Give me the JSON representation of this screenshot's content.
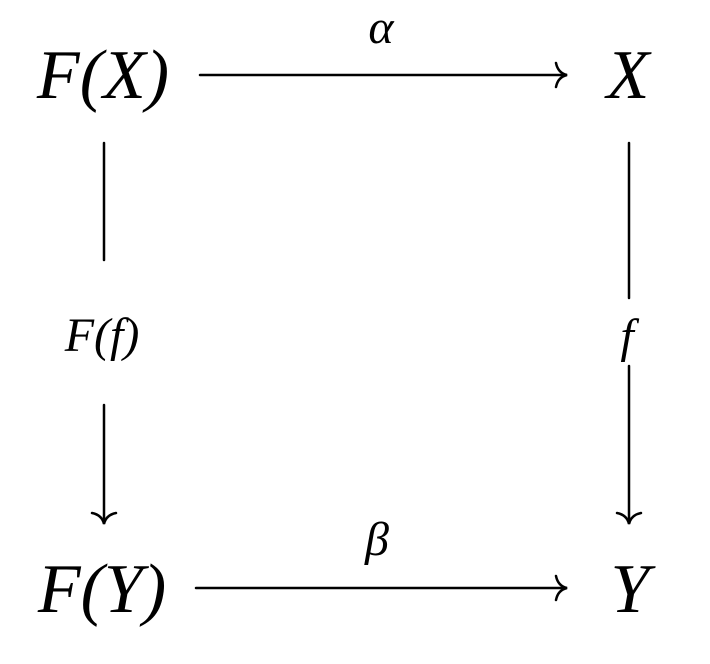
{
  "nodes": {
    "top_left": "F(X)",
    "top_right": "X",
    "bottom_left": "F(Y)",
    "bottom_right": "Y"
  },
  "arrows": {
    "top": "α",
    "bottom": "β",
    "left": "F(f)",
    "right": "f"
  }
}
